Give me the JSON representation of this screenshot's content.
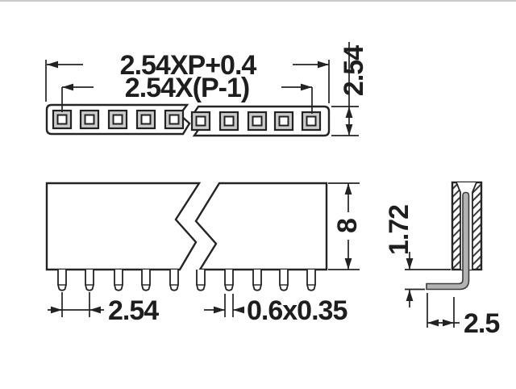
{
  "drawing": {
    "type": "technical-dimension-drawing",
    "subject": "single-row female pin header, 2.54mm pitch",
    "views": {
      "top_view": "strip with 10 square socket openings and break symbol",
      "front_view": "insulator body with 10 through-hole pins and break symbol",
      "side_view": "hatched cross-section with bent contact pin"
    },
    "dimensions": {
      "overall_length": "2.54XP+0.4",
      "pin_span": "2.54X(P-1)",
      "strip_width": "2.54",
      "body_height": "8",
      "pin_pitch": "2.54",
      "pin_cross_section": "0.6x0.35",
      "pin_standoff": "1.72",
      "foot_length": "2.5"
    },
    "colors": {
      "line": "#222222",
      "background": "#ffffff",
      "socket_fill": "#cccccc",
      "pin_fill": "#b3b3b3",
      "top_edge_line": "#c9c9c9"
    }
  }
}
